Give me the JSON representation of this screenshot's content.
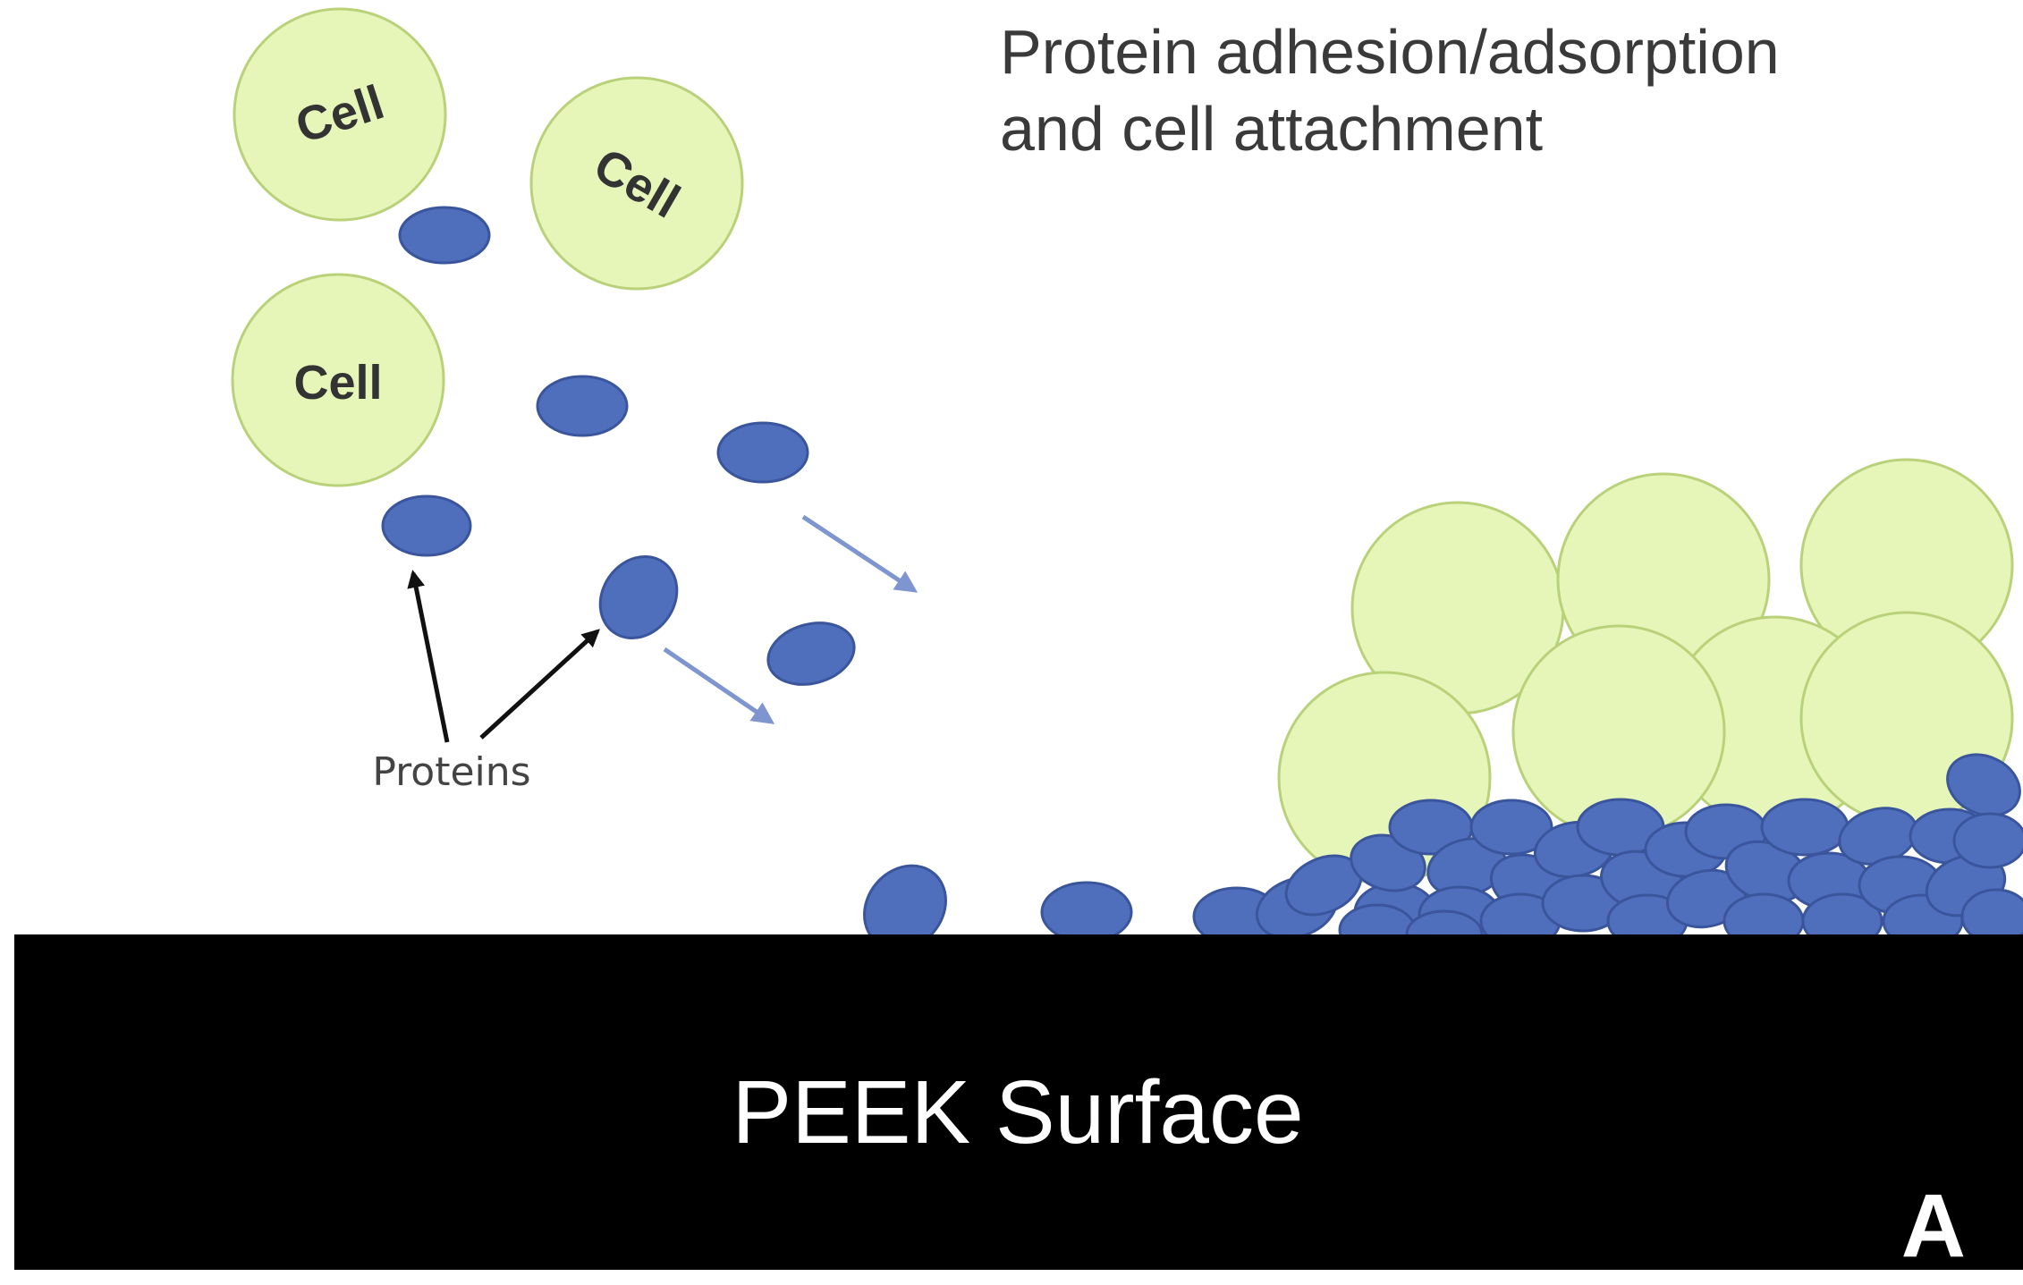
{
  "title": {
    "line1": "Protein adhesion/adsorption",
    "line2": "and cell attachment"
  },
  "cells": {
    "label_1": "Cell",
    "label_2": "Cell",
    "label_3": "Cell"
  },
  "proteins_label": "Proteins",
  "surface": {
    "label": "PEEK Surface"
  },
  "panel_letter": "A",
  "colors": {
    "cell_fill": "#e6f5b8",
    "cell_stroke": "#b9d27a",
    "protein_fill": "#4f6fbd",
    "protein_stroke": "#3a559c",
    "flow_arrow": "#7f95cf",
    "pointer_arrow": "#111111",
    "surface": "#000000",
    "title_text": "#3a3a3a"
  }
}
